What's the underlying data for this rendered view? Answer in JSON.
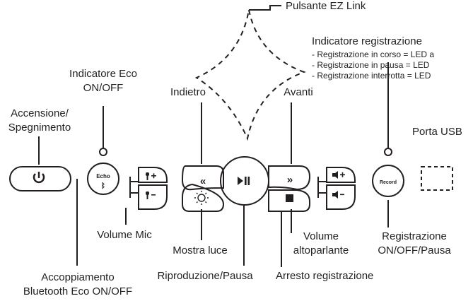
{
  "labels": {
    "ez_link": "Pulsante EZ Link",
    "rec_indicator_title": "Indicatore registrazione",
    "rec_line1": "- Registrazione in corso = LED a",
    "rec_line2": "- Registrazione in pausa = LED",
    "rec_line3": "- Registrazione interrotta = LED",
    "eco_indicator_l1": "Indicatore Eco",
    "eco_indicator_l2": "ON/OFF",
    "power_l1": "Accensione/",
    "power_l2": "Spegnimento",
    "back": "Indietro",
    "forward": "Avanti",
    "usb": "Porta USB",
    "mic_volume": "Volume Mic",
    "light": "Mostra luce",
    "speaker_volume_l1": "Volume",
    "speaker_volume_l2": "altoparlante",
    "rec_onoff_l1": "Registrazione",
    "rec_onoff_l2": "ON/OFF/Pausa",
    "pairing_l1": "Accoppiamento",
    "pairing_l2": "Bluetooth Eco ON/OFF",
    "play_pause": "Riproduzione/Pausa",
    "stop_rec": "Arresto registrazione"
  },
  "buttons": {
    "echo": "Echo",
    "record": "Record"
  }
}
